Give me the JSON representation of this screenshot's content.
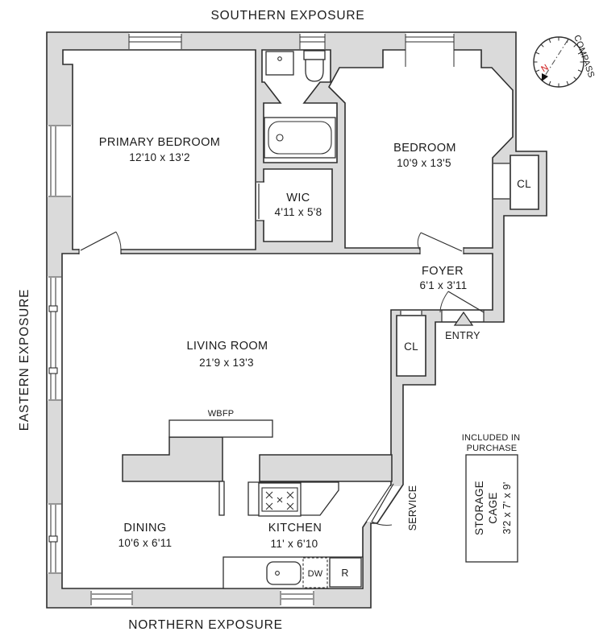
{
  "plan": {
    "exposure_south": "SOUTHERN EXPOSURE",
    "exposure_east": "EASTERN EXPOSURE",
    "exposure_north": "NORTHERN EXPOSURE",
    "compass": {
      "label": "COMPASS",
      "north_letter": "N"
    },
    "rooms": {
      "primary_bedroom": {
        "name": "PRIMARY BEDROOM",
        "dims": "12'10 x 13'2"
      },
      "bedroom": {
        "name": "BEDROOM",
        "dims": "10'9 x 13'5"
      },
      "wic": {
        "name": "WIC",
        "dims": "4'11 x 5'8"
      },
      "foyer": {
        "name": "FOYER",
        "dims": "6'1 x 3'11"
      },
      "living_room": {
        "name": "LIVING ROOM",
        "dims": "21'9 x 13'3"
      },
      "dining": {
        "name": "DINING",
        "dims": "10'6 x 6'11"
      },
      "kitchen": {
        "name": "KITCHEN",
        "dims": "11' x 6'10"
      }
    },
    "features": {
      "entry": "ENTRY",
      "service": "SERVICE",
      "fireplace": "WBFP",
      "closet_bedroom": "CL",
      "closet_entry": "CL",
      "dishwasher": "DW",
      "refrigerator": "R"
    },
    "storage": {
      "included_line1": "INCLUDED IN",
      "included_line2": "PURCHASE",
      "label_line1": "STORAGE",
      "label_line2": "CAGE",
      "dims": "3'2 x 7' x 9'"
    },
    "colors": {
      "wall": "#dadada",
      "line": "#2e2e2e",
      "compass_north": "#cc1111"
    }
  }
}
